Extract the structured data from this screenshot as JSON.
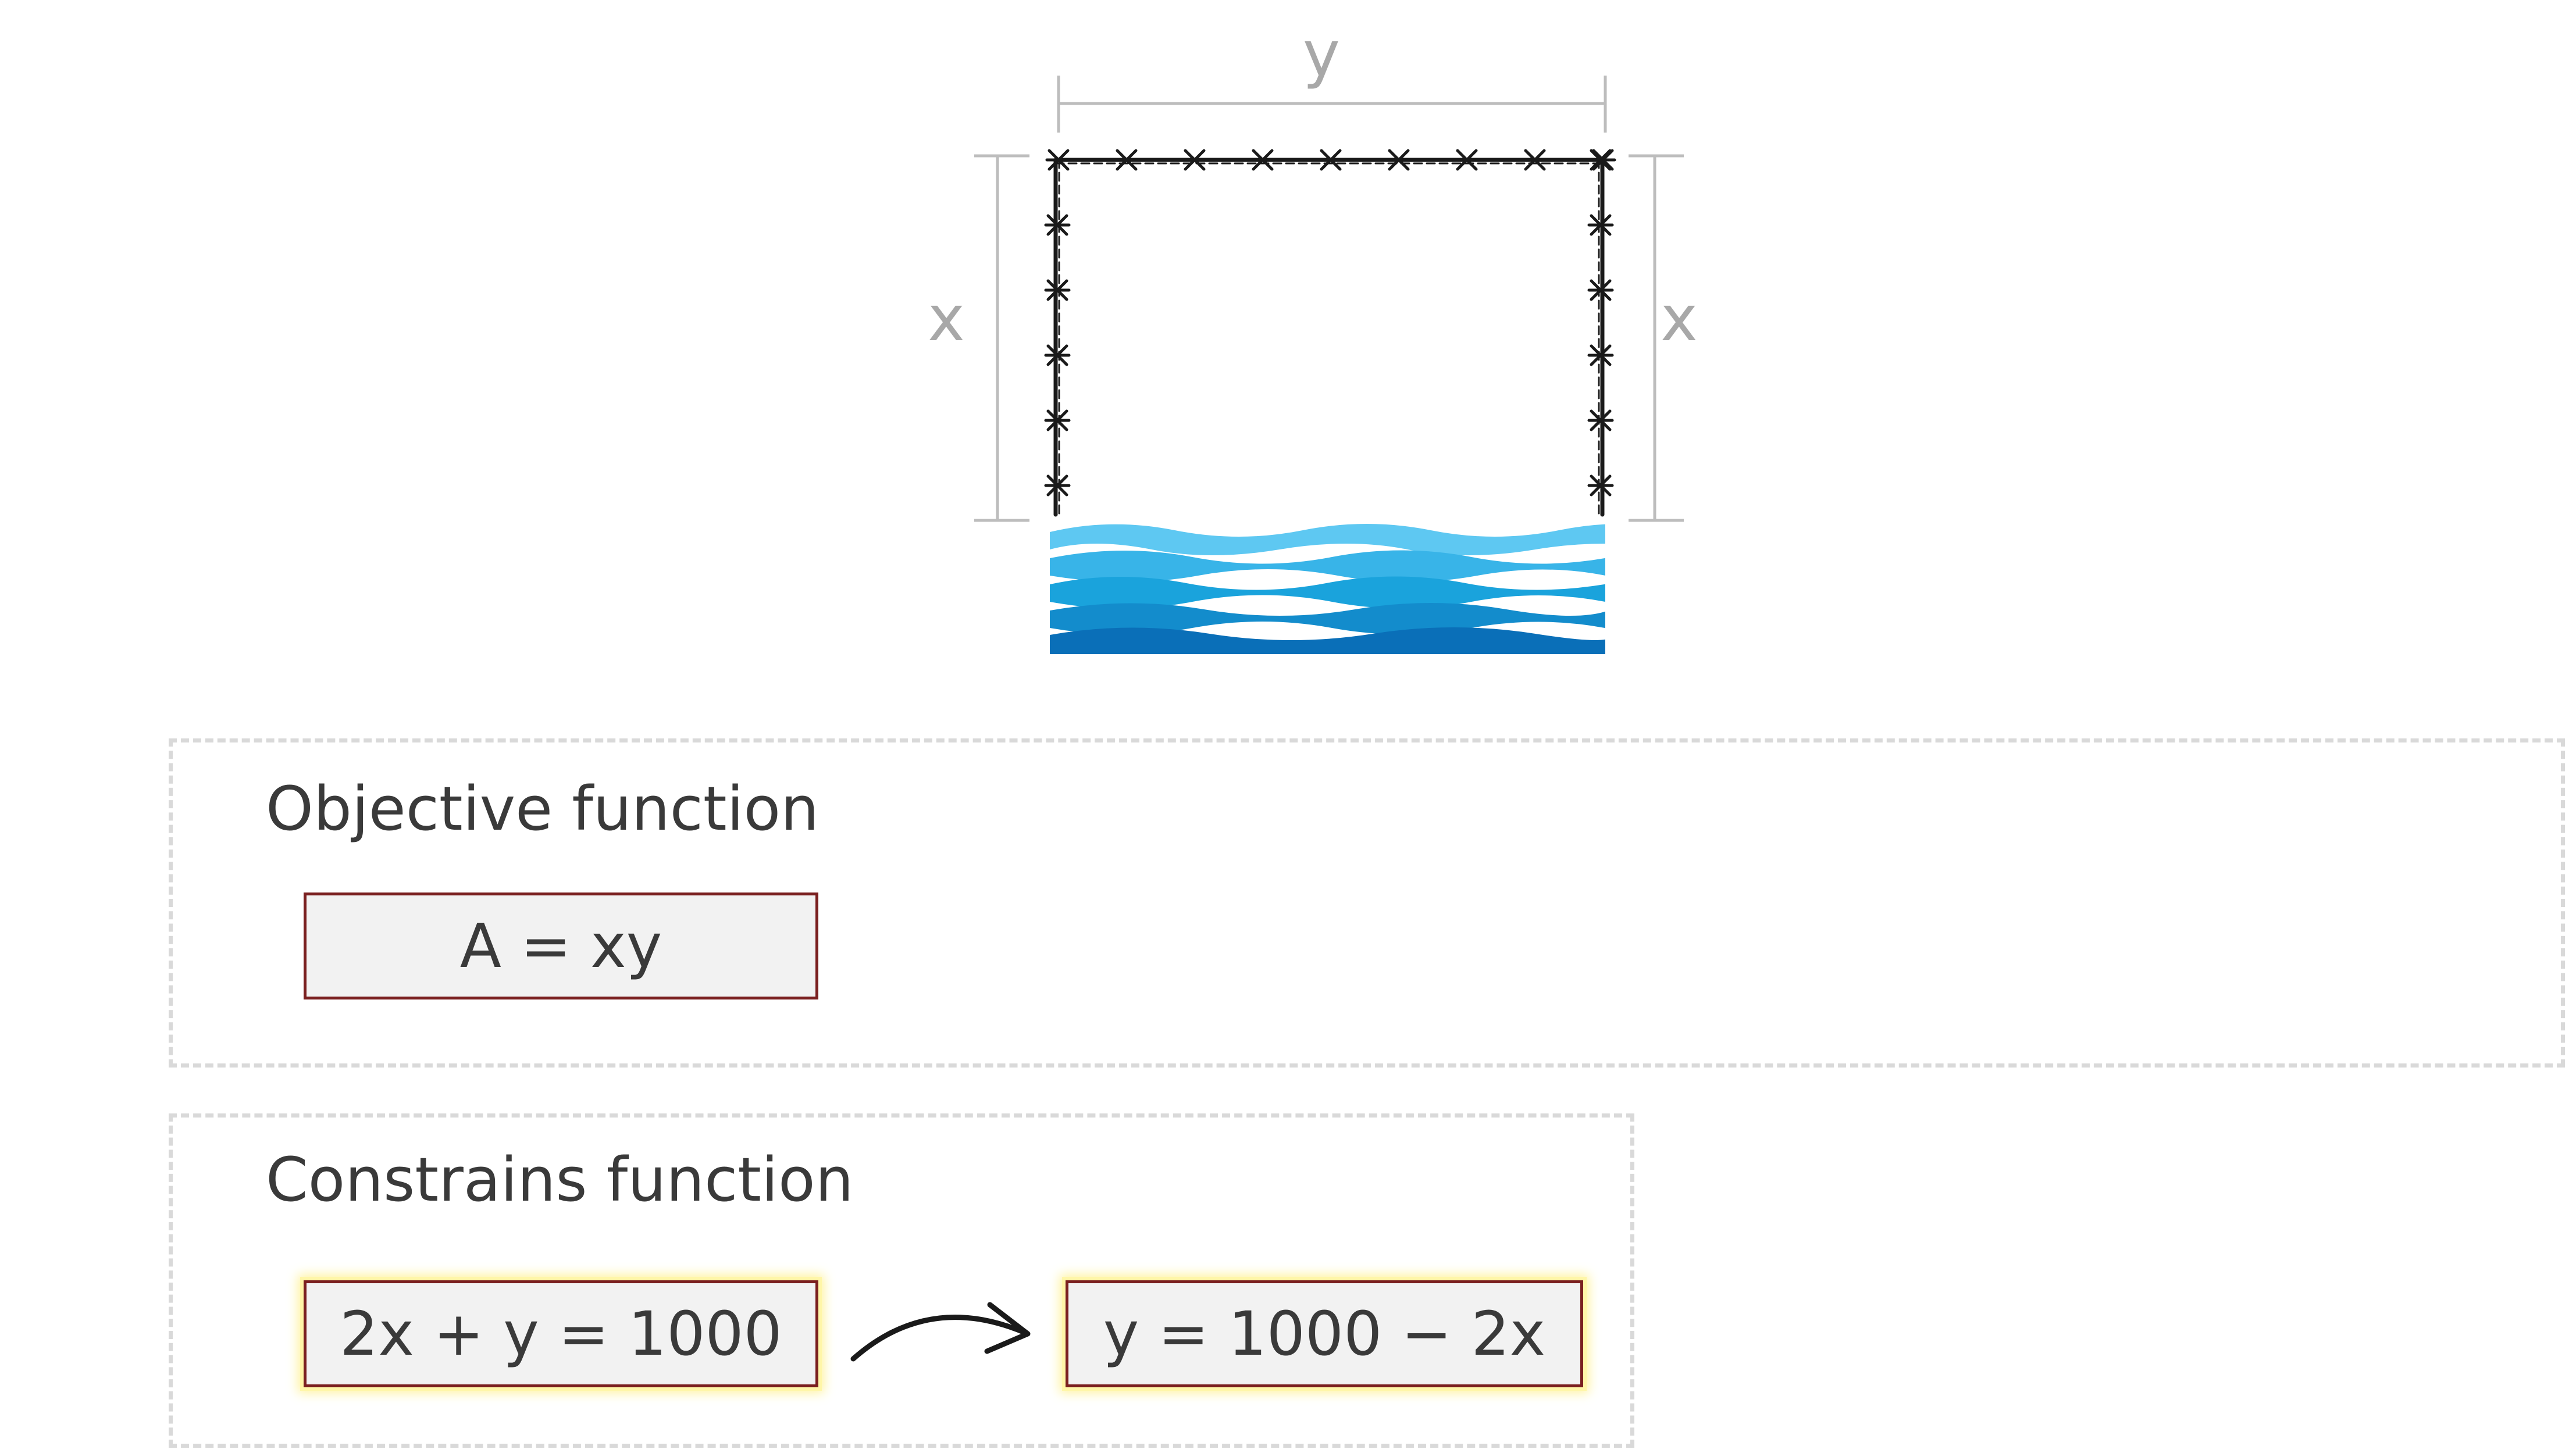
{
  "figure": {
    "dimension_labels": {
      "top": "y",
      "left": "x",
      "right": "x"
    },
    "colors": {
      "fence": "#1a1a1a",
      "dimension_line": "#bdbdbd",
      "water_light": "#5ec8f2",
      "water_mid": "#1aa3dc",
      "water_dark": "#0a6fb8"
    },
    "icons": [
      "barbed-wire-fence-icon",
      "water-waves-icon"
    ]
  },
  "objective": {
    "title": "Objective function",
    "equation": "A = xy"
  },
  "constraints": {
    "title": "Constrains function",
    "equation": "2x + y = 1000",
    "solved_equation": "y = 1000 − 2x"
  },
  "colors": {
    "panel_border": "#d9d9d9",
    "equation_border": "#7a1f1f",
    "equation_fill": "#f2f2f2",
    "highlight_glow": "#fff3a0",
    "text": "#3a3a3a",
    "dimension_text": "#a8a8a8"
  }
}
